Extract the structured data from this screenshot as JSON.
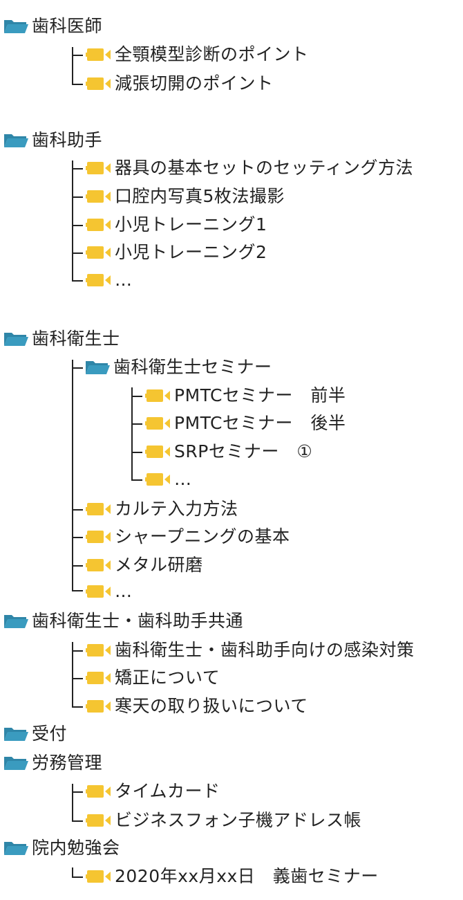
{
  "colors": {
    "folder": "#3a9bbf",
    "video": "#f5c531",
    "text": "#222222",
    "line": "#222222"
  },
  "tree": {
    "dentist": {
      "label": "歯科医師",
      "items": [
        "全顎模型診断のポイント",
        "減張切開のポイント"
      ]
    },
    "assistant": {
      "label": "歯科助手",
      "items": [
        "器具の基本セットのセッティング方法",
        "口腔内写真5枚法撮影",
        "小児トレーニング1",
        "小児トレーニング2",
        "…"
      ]
    },
    "hygienist": {
      "label": "歯科衛生士",
      "subfolder": {
        "label": "歯科衛生士セミナー",
        "items": [
          "PMTCセミナー　前半",
          "PMTCセミナー　後半",
          "SRPセミナー　①",
          "…"
        ]
      },
      "items": [
        "カルテ入力方法",
        "シャープニングの基本",
        "メタル研磨",
        "…"
      ]
    },
    "common": {
      "label": "歯科衛生士・歯科助手共通",
      "items": [
        "歯科衛生士・歯科助手向けの感染対策",
        "矯正について",
        "寒天の取り扱いについて"
      ]
    },
    "reception": {
      "label": "受付"
    },
    "labor": {
      "label": "労務管理",
      "items": [
        "タイムカード",
        "ビジネスフォン子機アドレス帳"
      ]
    },
    "study": {
      "label": "院内勉強会",
      "items": [
        "2020年xx月xx日　義歯セミナー"
      ]
    }
  }
}
